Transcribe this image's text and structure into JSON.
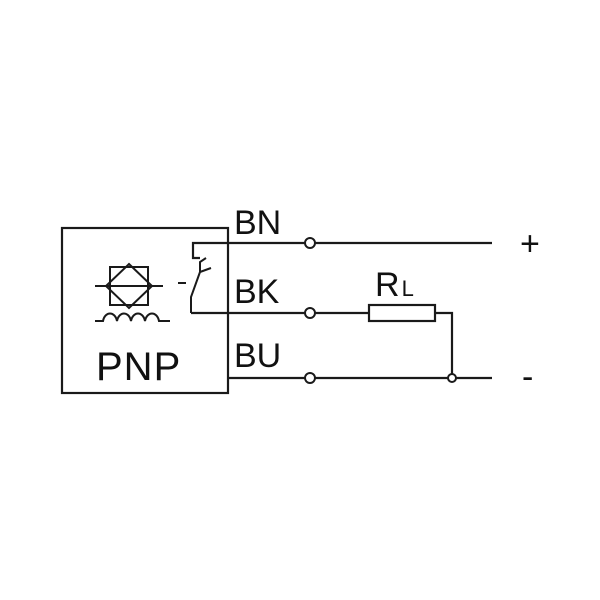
{
  "sensor": {
    "type_label": "PNP"
  },
  "wires": {
    "bn_label": "BN",
    "bk_label": "BK",
    "bu_label": "BU"
  },
  "supply": {
    "positive_label": "+",
    "negative_label": "-"
  },
  "load": {
    "label_main": "R",
    "label_sub": "L"
  },
  "colors": {
    "line": "#1a1a1a",
    "background": "#ffffff"
  }
}
